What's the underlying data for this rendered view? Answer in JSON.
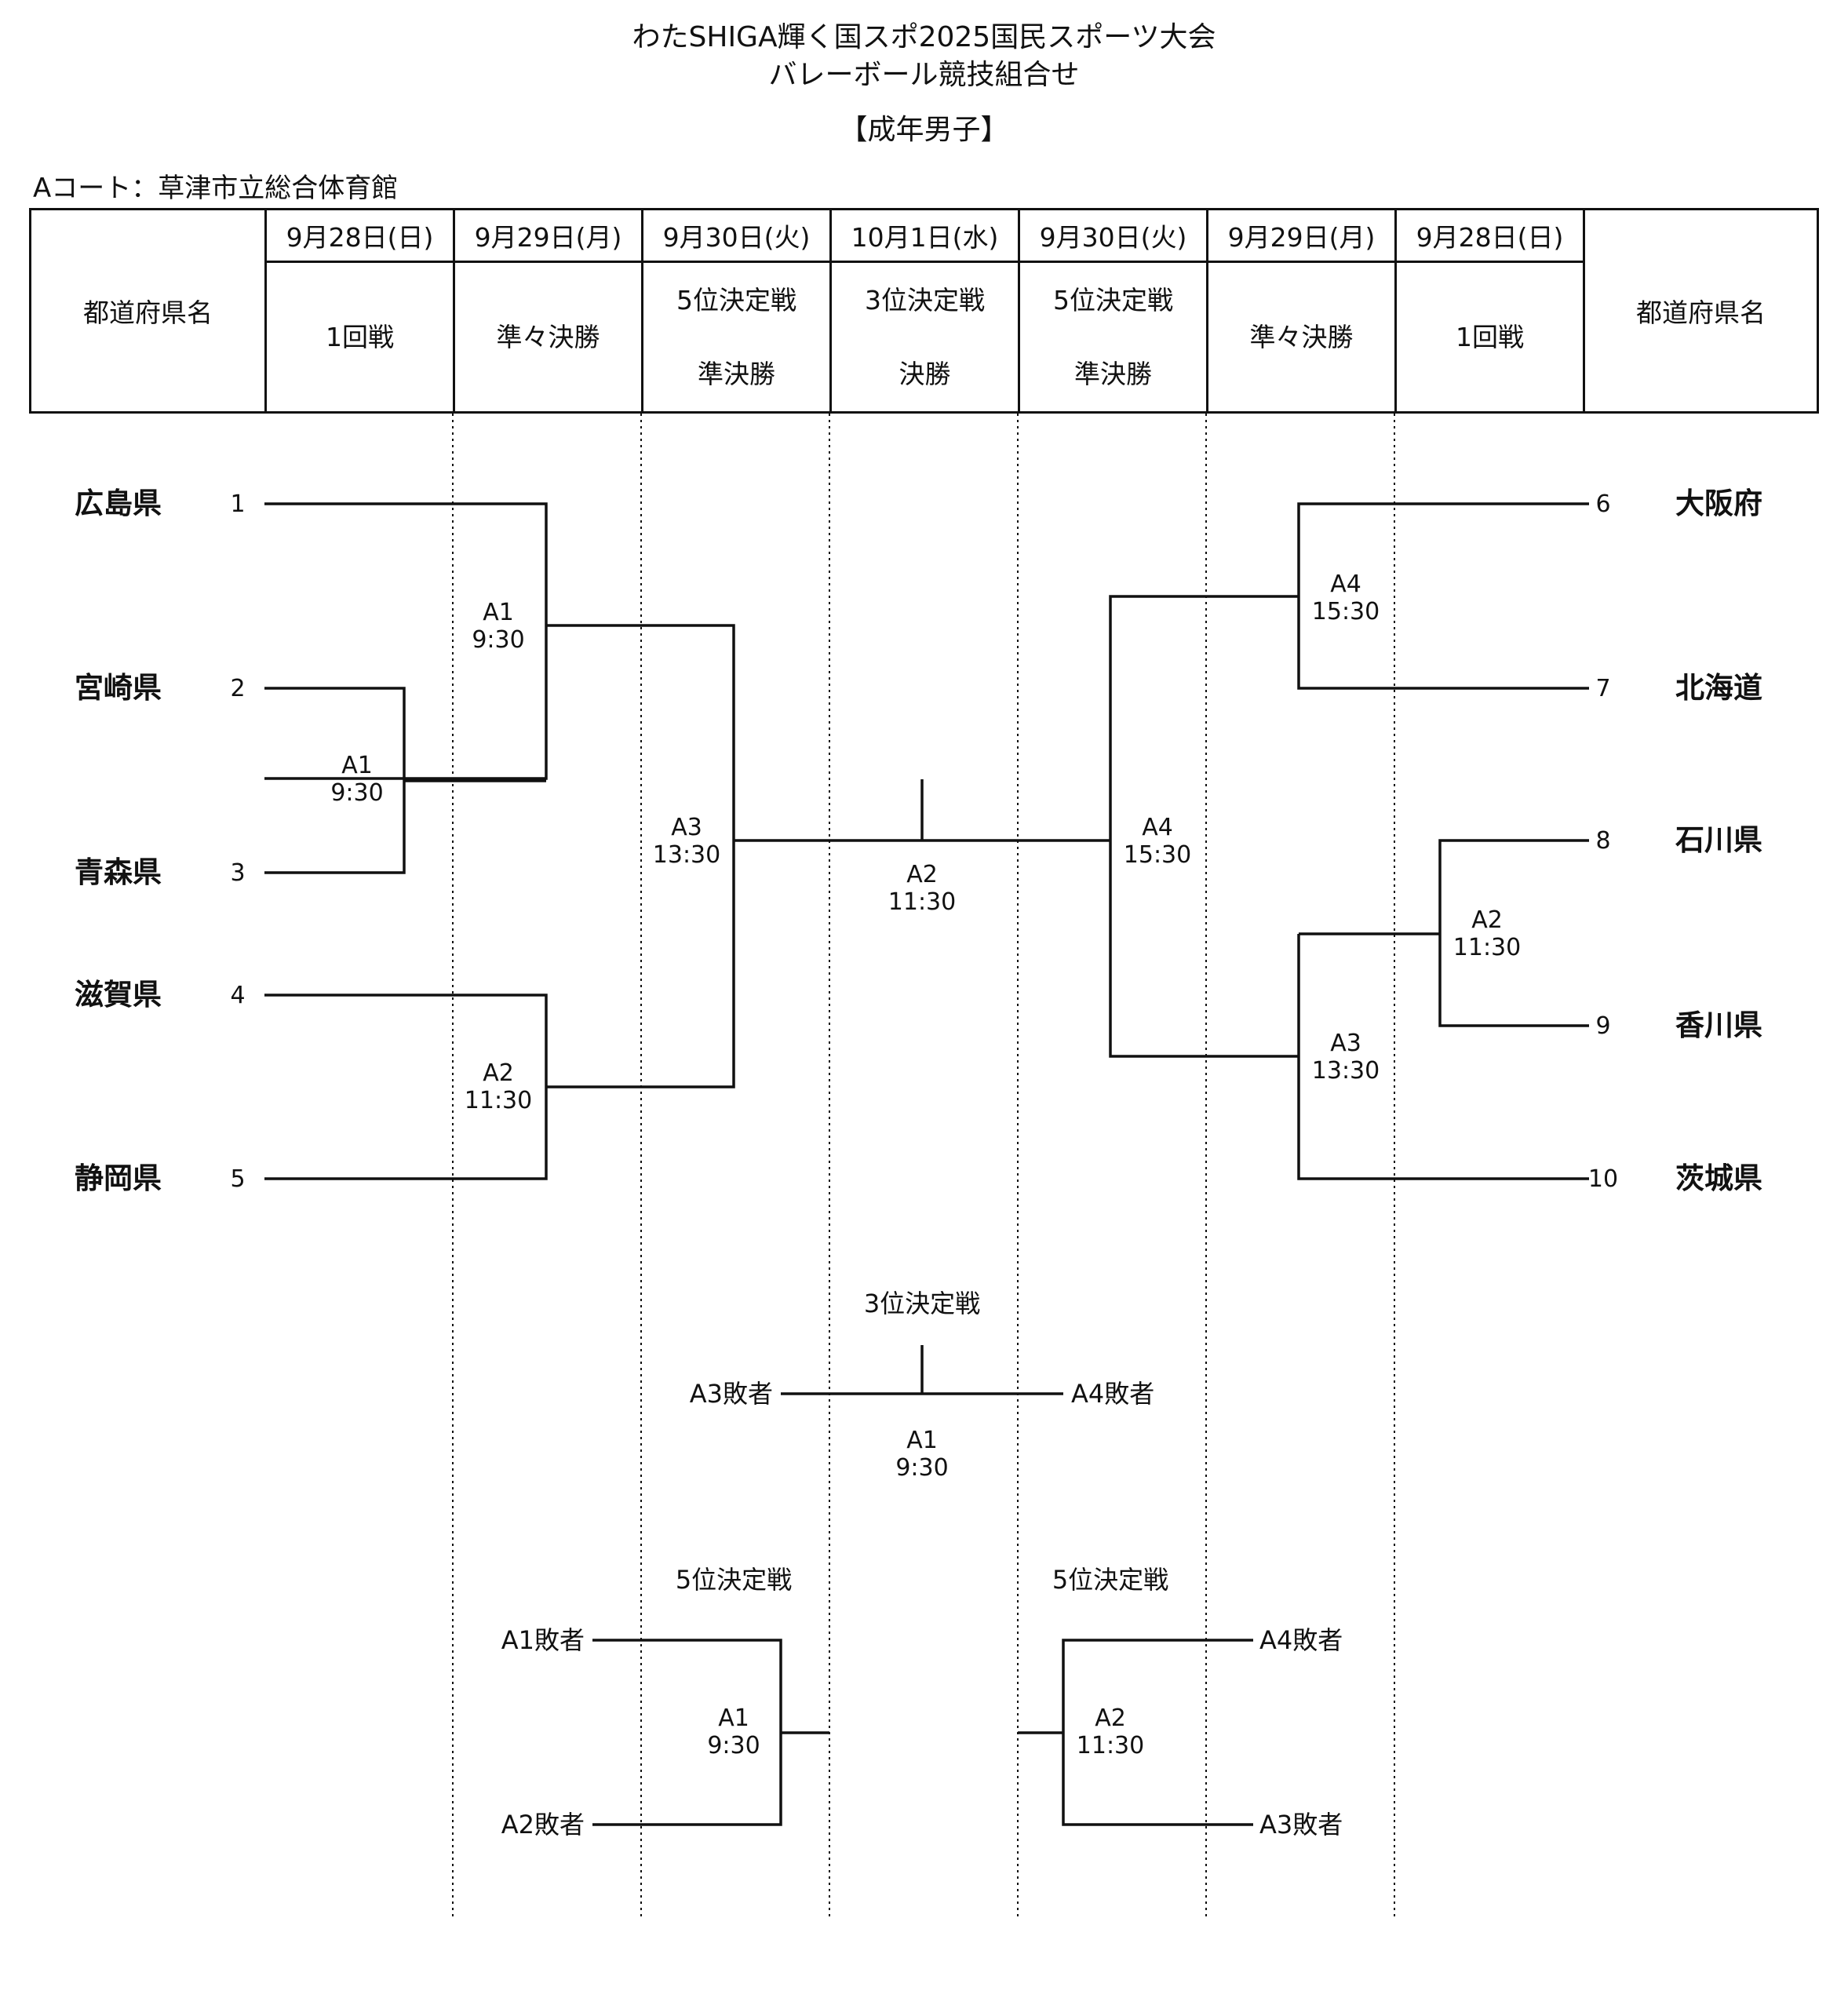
{
  "title": {
    "line1": "わたSHIGA輝く国スポ2025国民スポーツ大会",
    "line2": "バレーボール競技組合せ",
    "category": "【成年男子】"
  },
  "court_label": "Aコート：草津市立総合体育館",
  "header": {
    "pref_col": "都道府県名",
    "dates": [
      "9月28日(日)",
      "9月29日(月)",
      "9月30日(火)",
      "10月1日(水)",
      "9月30日(火)",
      "9月29日(月)",
      "9月28日(日)"
    ],
    "rounds": {
      "r1": "1回戦",
      "qf": "準々決勝",
      "fifth_sf_top": "5位決定戦",
      "fifth_sf_bottom": "準決勝",
      "third_final_top": "3位決定戦",
      "third_final_bottom": "決勝"
    }
  },
  "teams_left": [
    {
      "seed": "1",
      "name": "広島県"
    },
    {
      "seed": "2",
      "name": "宮崎県"
    },
    {
      "seed": "3",
      "name": "青森県"
    },
    {
      "seed": "4",
      "name": "滋賀県"
    },
    {
      "seed": "5",
      "name": "静岡県"
    }
  ],
  "teams_right": [
    {
      "seed": "6",
      "name": "大阪府"
    },
    {
      "seed": "7",
      "name": "北海道"
    },
    {
      "seed": "8",
      "name": "石川県"
    },
    {
      "seed": "9",
      "name": "香川県"
    },
    {
      "seed": "10",
      "name": "茨城県"
    }
  ],
  "matches": {
    "left_r1": {
      "court": "A1",
      "time": "9:30"
    },
    "left_qf1": {
      "court": "A1",
      "time": "9:30"
    },
    "left_qf2": {
      "court": "A2",
      "time": "11:30"
    },
    "left_sf": {
      "court": "A3",
      "time": "13:30"
    },
    "final": {
      "court": "A2",
      "time": "11:30"
    },
    "right_sf": {
      "court": "A4",
      "time": "15:30"
    },
    "right_qf1": {
      "court": "A4",
      "time": "15:30"
    },
    "right_qf2": {
      "court": "A3",
      "time": "13:30"
    },
    "right_r1": {
      "court": "A2",
      "time": "11:30"
    }
  },
  "third_place": {
    "title": "3位決定戦",
    "left": "A3敗者",
    "right": "A4敗者",
    "court": "A1",
    "time": "9:30"
  },
  "fifth_place_left": {
    "title": "5位決定戦",
    "top": "A1敗者",
    "bottom": "A2敗者",
    "court": "A1",
    "time": "9:30"
  },
  "fifth_place_right": {
    "title": "5位決定戦",
    "top": "A4敗者",
    "bottom": "A3敗者",
    "court": "A2",
    "time": "11:30"
  }
}
